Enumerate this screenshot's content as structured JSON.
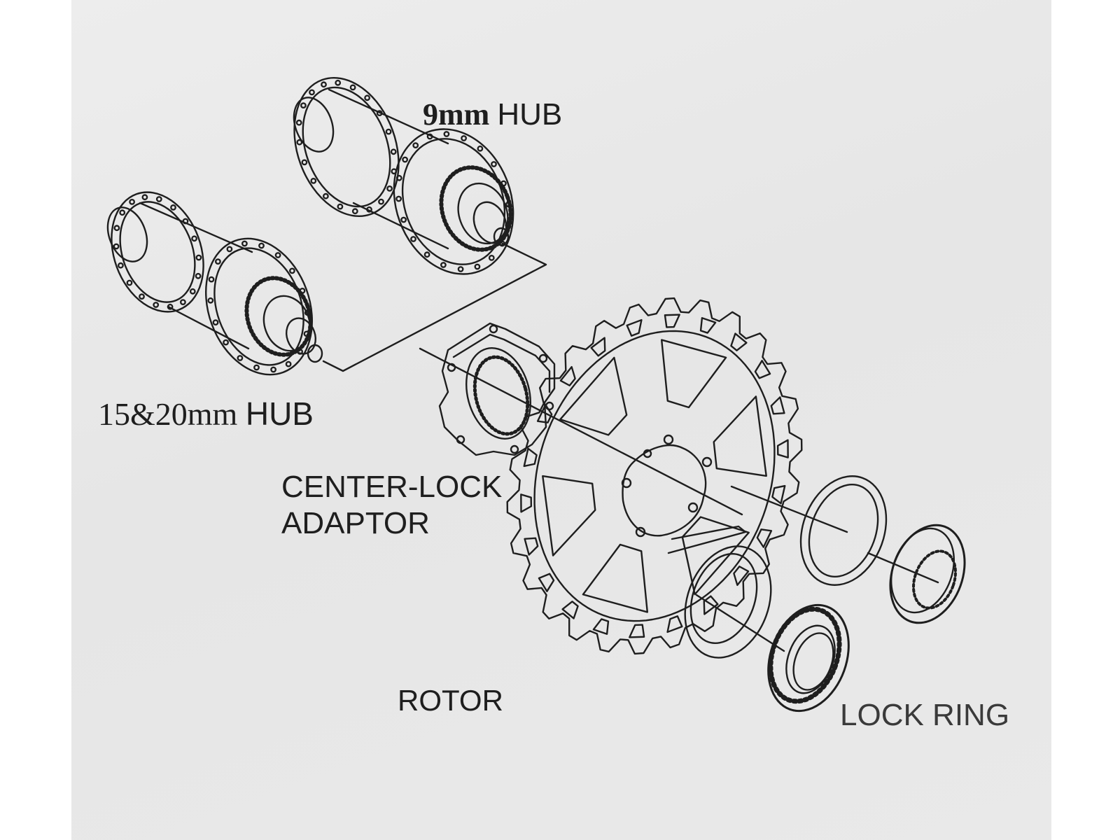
{
  "labels": {
    "hub_9mm": {
      "size": "9mm",
      "word": "HUB"
    },
    "hub_15_20mm": {
      "size": "15&20mm",
      "word": "HUB"
    },
    "center_lock": {
      "line1": "CENTER-LOCK",
      "line2": "ADAPTOR"
    },
    "rotor": "ROTOR",
    "lock_ring": "LOCK RING"
  },
  "colors": {
    "ink": "#1e1e1e",
    "paper": "#e6e6e6",
    "outer_border": "#ffffff"
  }
}
